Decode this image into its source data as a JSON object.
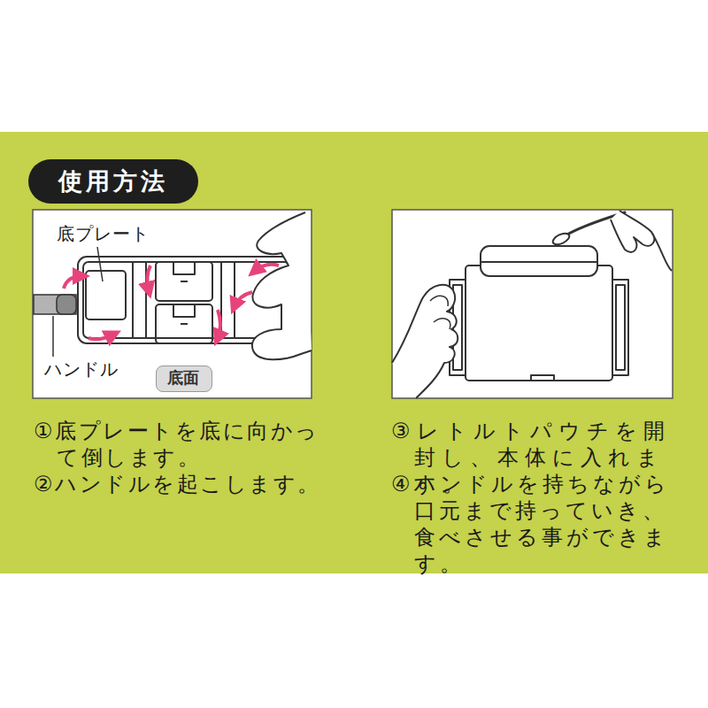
{
  "diagram": {
    "title": "使用方法",
    "nodes": [
      {
        "text": [
          "底面"
        ]
      }
    ],
    "labels": [
      "底プレート",
      "ハンドル",
      "①底プレートを底に向かって倒します。",
      "②ハンドルを起こします。",
      "③レトルトパウチを開封し、本体に入れます。",
      "④ハンドルを持ちながら口元まで持っていき、食べさせる事ができます。"
    ]
  }
}
